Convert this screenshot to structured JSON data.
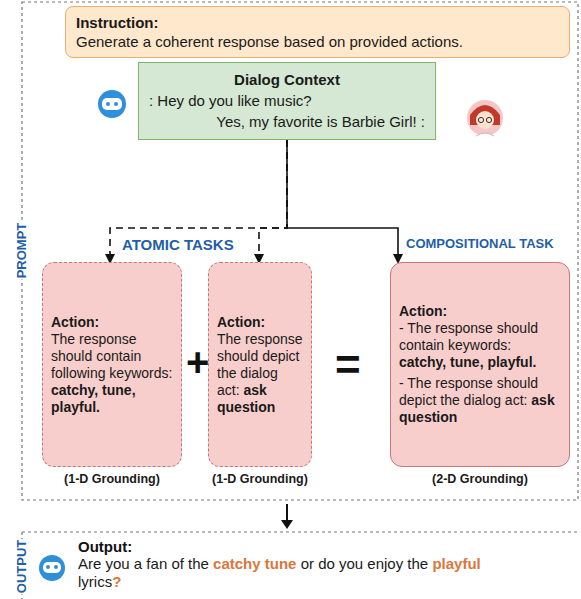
{
  "diagram": {
    "nodes": [
      {
        "text": [
          "Instruction:",
          "Generate a coherent response based on provided actions."
        ]
      },
      {
        "text": [
          "Dialog Context",
          ": Hey do you like music?",
          "Yes, my favorite is Barbie Girl! :"
        ]
      },
      {
        "text": [
          "Action:",
          "The response should contain following keywords: catchy, tune, playful.",
          "(1-D Grounding)"
        ]
      },
      {
        "text": [
          "Action:",
          "The response should depict the dialog act: ask question",
          "(1-D Grounding)"
        ]
      },
      {
        "text": [
          "Action:",
          "- The response should contain keywords: catchy, tune, playful.",
          "- The response should depict the dialog act: ask question",
          "(2-D Grounding)"
        ]
      }
    ],
    "edges": [
      {
        "from": 1,
        "to": 2,
        "arrow": "to"
      },
      {
        "from": 1,
        "to": 3,
        "arrow": "to"
      },
      {
        "from": 1,
        "to": 4,
        "arrow": "to"
      }
    ],
    "labels": [
      "PROMPT",
      "ATOMIC TASKS",
      "COMPOSITIONAL TASK",
      "+",
      "=",
      "OUTPUT",
      "Output:",
      "Are you a fan of the",
      "catchy tune",
      "or do you enjoy the",
      "playful",
      "lyrics",
      "?"
    ]
  }
}
